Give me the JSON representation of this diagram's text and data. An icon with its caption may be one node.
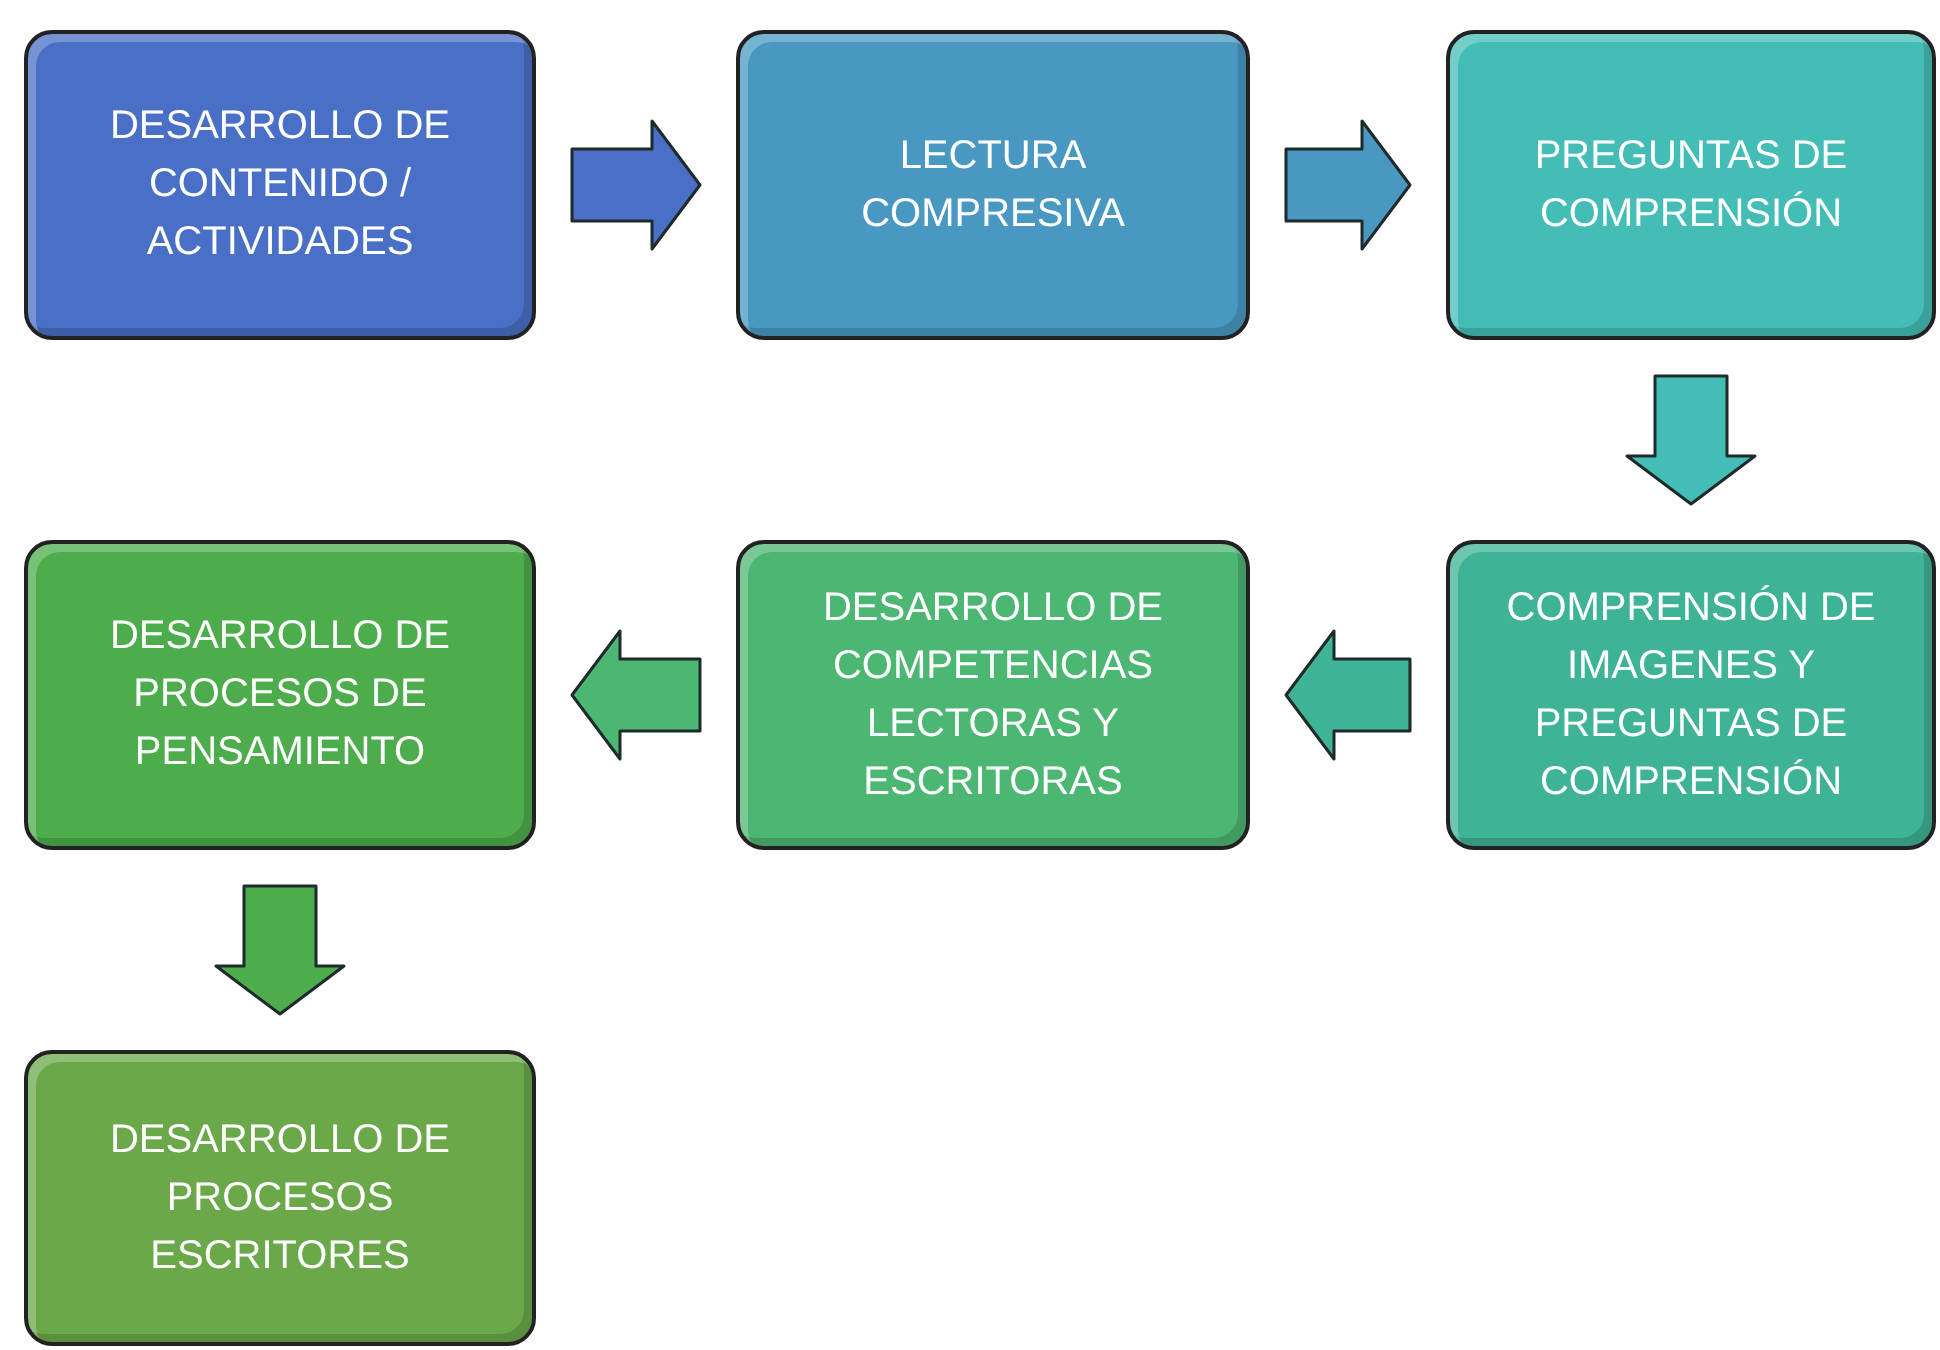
{
  "diagram": {
    "nodes": [
      {
        "text": [
          "DESARROLLO DE CONTENIDO / ACTIVIDADES"
        ]
      },
      {
        "text": [
          "LECTURA COMPRESIVA"
        ]
      },
      {
        "text": [
          "PREGUNTAS DE COMPRENSIÓN"
        ]
      },
      {
        "text": [
          "COMPRENSIÓN DE IMAGENES Y PREGUNTAS DE COMPRENSIÓN"
        ]
      },
      {
        "text": [
          "DESARROLLO DE COMPETENCIAS LECTORAS Y ESCRITORAS"
        ]
      },
      {
        "text": [
          "DESARROLLO DE PROCESOS DE PENSAMIENTO"
        ]
      },
      {
        "text": [
          "DESARROLLO DE PROCESOS ESCRITORES"
        ]
      }
    ],
    "edges": [
      {
        "from": 0,
        "to": 1,
        "arrow": "to"
      },
      {
        "from": 1,
        "to": 2,
        "arrow": "to"
      },
      {
        "from": 2,
        "to": 3,
        "arrow": "to"
      },
      {
        "from": 3,
        "to": 4,
        "arrow": "to"
      },
      {
        "from": 4,
        "to": 5,
        "arrow": "to"
      },
      {
        "from": 5,
        "to": 6,
        "arrow": "to"
      }
    ]
  }
}
